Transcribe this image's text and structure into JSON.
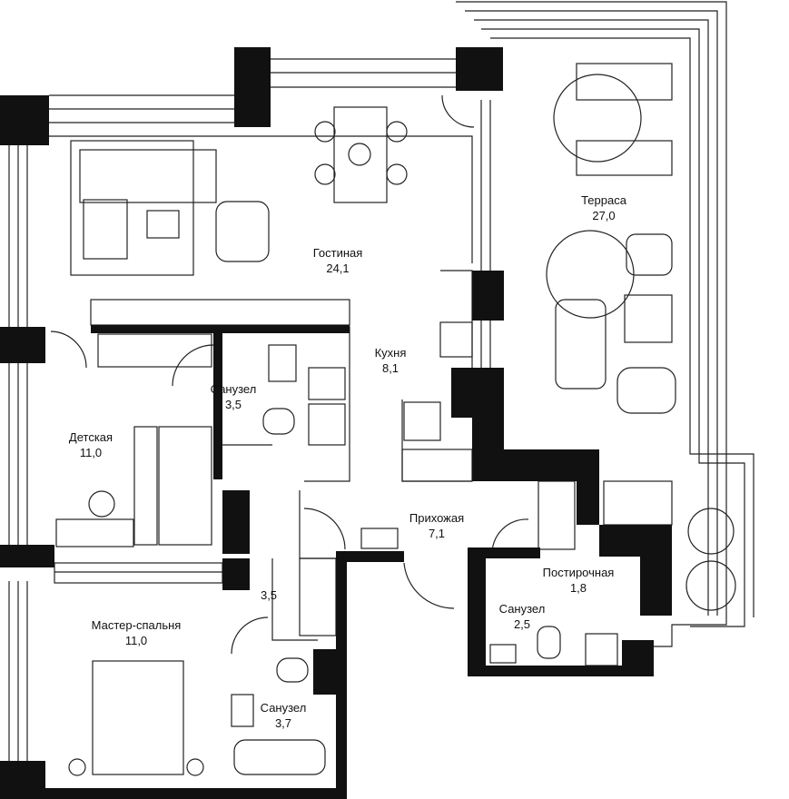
{
  "rooms": [
    {
      "id": "living",
      "name": "Гостиная",
      "area": "24,1"
    },
    {
      "id": "terrace",
      "name": "Терраса",
      "area": "27,0"
    },
    {
      "id": "kitchen",
      "name": "Кухня",
      "area": "8,1"
    },
    {
      "id": "bath1",
      "name": "Санузел",
      "area": "3,5"
    },
    {
      "id": "kids",
      "name": "Детская",
      "area": "11,0"
    },
    {
      "id": "hall",
      "name": "Прихожая",
      "area": "7,1"
    },
    {
      "id": "laundry",
      "name": "Постирочная",
      "area": "1,8"
    },
    {
      "id": "bath2",
      "name": "Санузел",
      "area": "2,5"
    },
    {
      "id": "master",
      "name": "Мастер-спальня",
      "area": "11,0"
    },
    {
      "id": "closet",
      "name": "",
      "area": "3,5"
    },
    {
      "id": "bath3",
      "name": "Санузел",
      "area": "3,7"
    }
  ],
  "colors": {
    "wall": "#111111",
    "line": "#222222",
    "background": "#ffffff"
  }
}
